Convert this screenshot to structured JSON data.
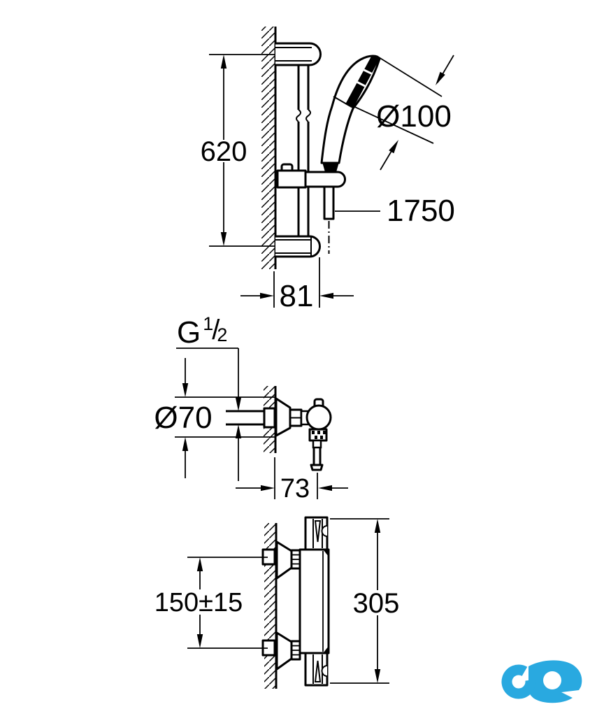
{
  "drawing": {
    "background": "#ffffff",
    "line_color": "#000000",
    "top_view": {
      "title": "shower rail set with hand shower (side view)",
      "dims": {
        "rail_height": "620",
        "head_diameter": "Ø100",
        "hose_length": "1750",
        "wall_offset": "81"
      }
    },
    "middle_view": {
      "title": "thermostatic valve (side view)",
      "dims": {
        "thread_prefix": "G",
        "thread_numerator": "1",
        "thread_slash": "/",
        "thread_denominator": "2",
        "escutcheon_diameter": "Ø70",
        "depth": "73"
      }
    },
    "bottom_view": {
      "title": "thermostatic mixer (plan view)",
      "dims": {
        "connection_spacing": "150±15",
        "body_width": "305"
      }
    },
    "logo": {
      "name": "infinity-brand-watermark",
      "color": "#29a9e0"
    }
  }
}
